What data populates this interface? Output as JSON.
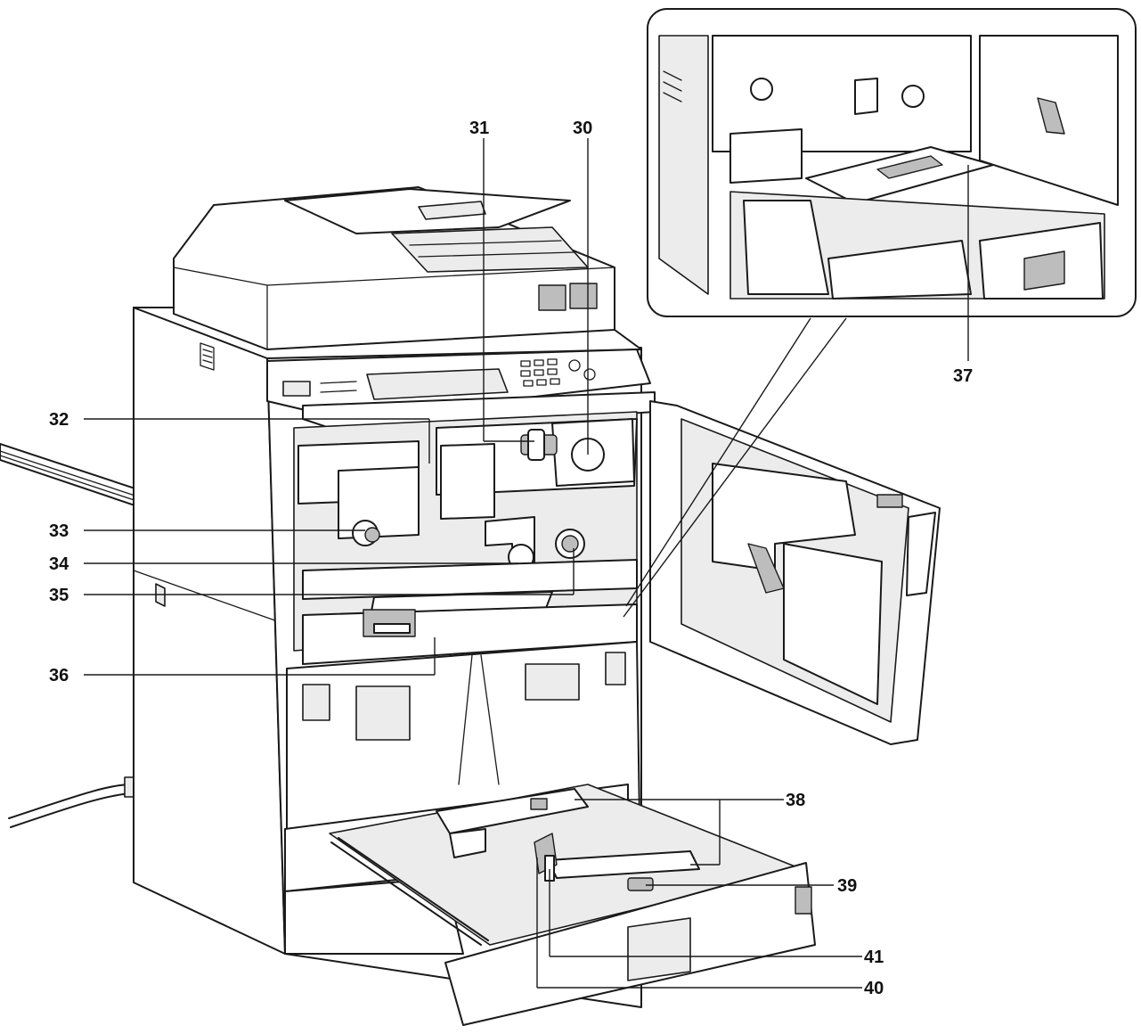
{
  "callouts": {
    "c30": "30",
    "c31": "31",
    "c32": "32",
    "c33": "33",
    "c34": "34",
    "c35": "35",
    "c36": "36",
    "c37": "37",
    "c38": "38",
    "c39": "39",
    "c40": "40",
    "c41": "41"
  },
  "colors": {
    "line": "#1a1a1a",
    "body_fill": "#ffffff",
    "shade": "#ececec",
    "dark_shade": "#bdbdbd"
  }
}
